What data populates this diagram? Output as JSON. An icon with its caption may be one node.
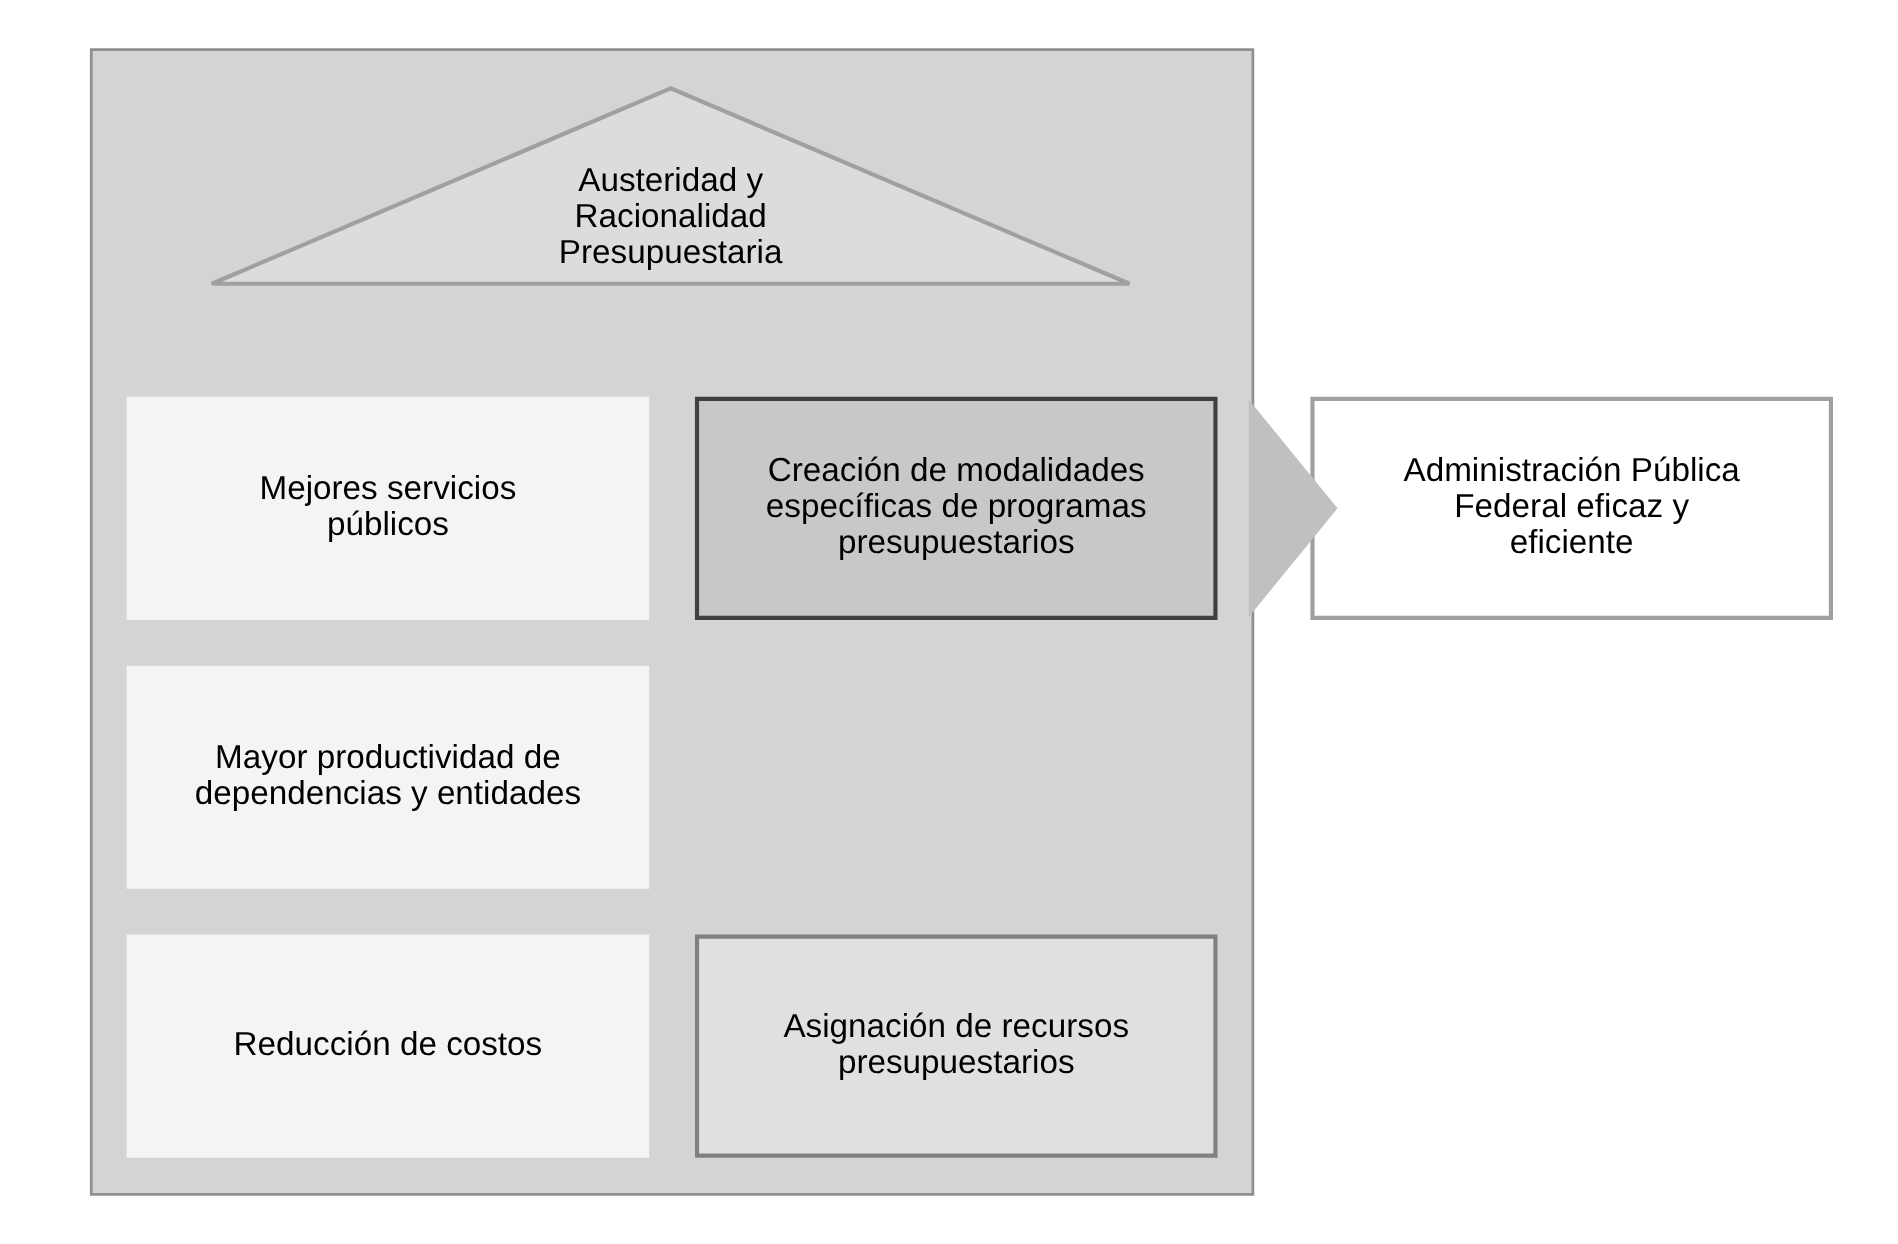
{
  "diagram": {
    "nodes": [
      {
        "text": [],
        "shape": "box"
      },
      {
        "text": [
          "Austeridad y Racionalidad Presupuestaria"
        ],
        "in": 0
      },
      {
        "text": [
          "Mejores servicios públicos"
        ],
        "in": 0
      },
      {
        "text": [
          "Creación de modalidades específicas de programas presupuestarios"
        ],
        "in": 0
      },
      {
        "text": [
          "Mayor productividad de dependencias y entidades"
        ],
        "in": 0
      },
      {
        "text": [
          "Reducción de costos"
        ],
        "in": 0
      },
      {
        "text": [
          "Asignación de recursos presupuestarios"
        ],
        "in": 0
      },
      {
        "text": [
          "Administración Pública Federal eficaz y eficiente"
        ]
      }
    ],
    "edges": [
      {
        "from": 0,
        "to": 7,
        "arrow": "to",
        "style": "thick"
      }
    ]
  }
}
